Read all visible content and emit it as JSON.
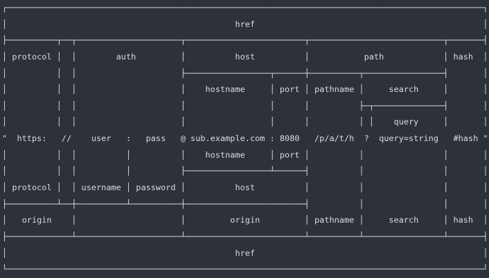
{
  "terminal": {
    "background_color": "#2c313a",
    "foreground_color": "#d8dce3"
  },
  "diagram": {
    "lines": [
      "┌────────────────────────────────────────────────────────────────────────────────────────────────┐",
      "│                                              href                                              │",
      "├──────────┬──┬─────────────────────┬────────────────────────┬───────────────────────────┬───────┤",
      "│ protocol │  │        auth         │          host          │           path            │ hash  │",
      "│          │  │                     ├─────────────────┬──────┼──────────┬────────────────┤       │",
      "│          │  │                     │    hostname     │ port │ pathname │     search     │       │",
      "│          │  │                     │                 │      │          ├─┬──────────────┤       │",
      "│          │  │                     │                 │      │          │ │    query     │       │",
      "\"  https:   //    user   :   pass   @ sub.example.com : 8080   /p/a/t/h  ?  query=string   #hash \"",
      "│          │  │          │          │    hostname     │ port │          │                │       │",
      "│          │  │          │          ├─────────────────┴──────┤          │                │       │",
      "│ protocol │  │ username │ password │          host          │          │                │       │",
      "├──────────┴──┼──────────┴──────────┼────────────────────────┤          │                │       │",
      "│   origin    │                     │         origin         │ pathname │     search     │ hash  │",
      "├─────────────┴─────────────────────┴────────────────────────┴──────────┴────────────────┴───────┤",
      "│                                              href                                              │",
      "└────────────────────────────────────────────────────────────────────────────────────────────────┘"
    ]
  },
  "url_example": {
    "open_quote": "\"",
    "protocol": "https:",
    "slashes": "//",
    "username": "user",
    "auth_separator": ":",
    "password": "pass",
    "at_sign": "@",
    "hostname": "sub.example.com",
    "port_separator": ":",
    "port": "8080",
    "pathname": "/p/a/t/h",
    "query_prefix": "?",
    "query": "query=string",
    "hash": "#hash",
    "close_quote": "\""
  },
  "labels": {
    "href": "href",
    "protocol": "protocol",
    "auth": "auth",
    "host": "host",
    "path": "path",
    "hash": "hash",
    "hostname": "hostname",
    "port": "port",
    "pathname": "pathname",
    "search": "search",
    "query": "query",
    "username": "username",
    "password": "password",
    "origin": "origin"
  }
}
